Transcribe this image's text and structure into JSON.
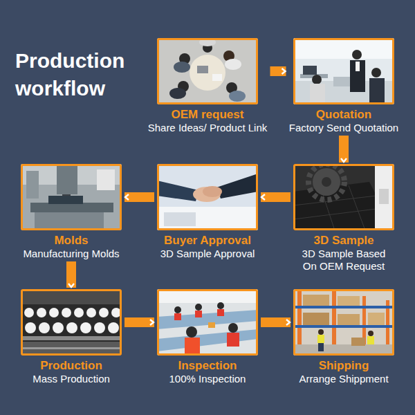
{
  "diagram": {
    "title": "Production workflow",
    "nodes": [
      {
        "text": [
          "OEM request",
          "Share Ideas/ Product Link"
        ]
      },
      {
        "text": [
          "Quotation",
          "Factory Send Quotation"
        ]
      },
      {
        "text": [
          "3D Sample",
          "3D Sample Based On OEM Request"
        ]
      },
      {
        "text": [
          "Buyer Approval",
          "3D Sample Approval"
        ]
      },
      {
        "text": [
          "Molds",
          "Manufacturing Molds"
        ]
      },
      {
        "text": [
          "Production",
          "Mass Production"
        ]
      },
      {
        "text": [
          "Inspection",
          "100% Inspection"
        ]
      },
      {
        "text": [
          "Shipping",
          "Arrange Shippment"
        ]
      }
    ],
    "edges": [
      {
        "from": 0,
        "to": 1,
        "arrow": "to"
      },
      {
        "from": 1,
        "to": 2,
        "arrow": "to"
      },
      {
        "from": 2,
        "to": 3,
        "arrow": "to"
      },
      {
        "from": 3,
        "to": 4,
        "arrow": "to"
      },
      {
        "from": 4,
        "to": 5,
        "arrow": "to"
      },
      {
        "from": 5,
        "to": 6,
        "arrow": "to"
      },
      {
        "from": 6,
        "to": 7,
        "arrow": "to"
      }
    ]
  }
}
